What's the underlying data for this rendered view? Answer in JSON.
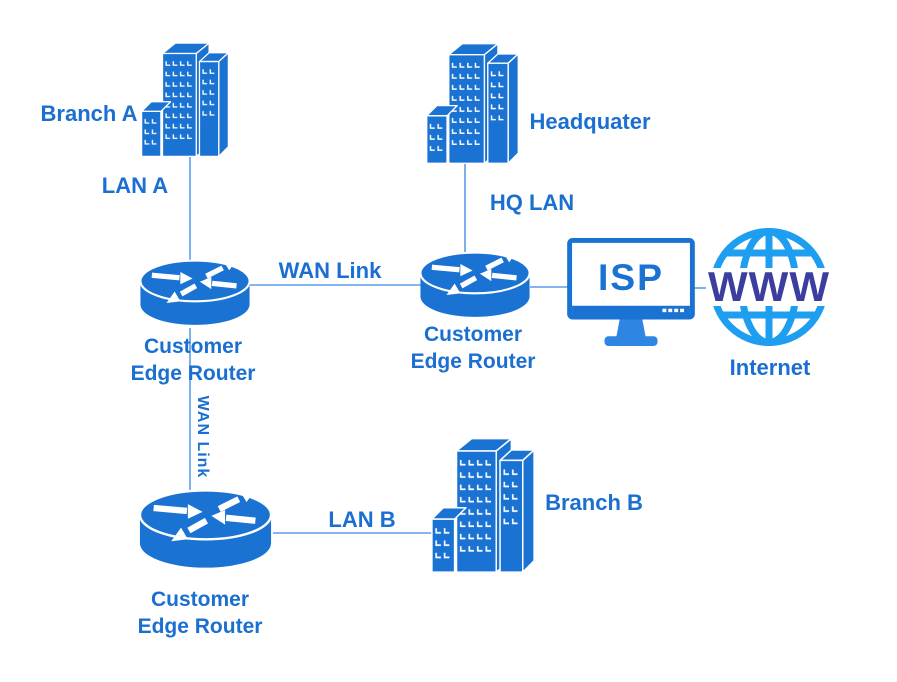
{
  "diagram": {
    "type": "network-topology",
    "colors": {
      "primary_blue": "#1a73d2",
      "label_text_blue": "#1a6fd0",
      "globe_blue": "#1e9ef0",
      "www_indigo": "#3c3e9f",
      "connector_blue": "#5f9ceb",
      "monitor_stand_blue": "#2f86e2",
      "background": "#ffffff"
    },
    "nodes": {
      "branch_a": {
        "label": "Branch A",
        "icon": "office-building-icon"
      },
      "headquarter": {
        "label": "Headquater",
        "icon": "office-building-icon"
      },
      "branch_b": {
        "label": "Branch B",
        "icon": "office-building-icon"
      },
      "router_a": {
        "line1": "Customer",
        "line2": "Edge Router",
        "icon": "router-icon"
      },
      "router_hq": {
        "line1": "Customer",
        "line2": "Edge Router",
        "icon": "router-icon"
      },
      "router_b": {
        "line1": "Customer",
        "line2": "Edge Router",
        "icon": "router-icon"
      },
      "isp": {
        "label": "ISP",
        "icon": "monitor-icon"
      },
      "internet": {
        "label": "Internet",
        "globe_text": "WWW",
        "icon": "globe-www-icon"
      }
    },
    "links": {
      "lan_a": {
        "label": "LAN A",
        "from": "branch_a",
        "to": "router_a"
      },
      "hq_lan": {
        "label": "HQ LAN",
        "from": "headquarter",
        "to": "router_hq"
      },
      "wan_ab": {
        "label": "WAN Link",
        "from": "router_a",
        "to": "router_hq"
      },
      "wan_b": {
        "label": "WAN Link",
        "from": "router_a",
        "to": "router_b"
      },
      "lan_b": {
        "label": "LAN B",
        "from": "router_b",
        "to": "branch_b"
      },
      "isp_uplink": {
        "label": "",
        "from": "router_hq",
        "to": "isp"
      },
      "internet_uplink": {
        "label": "",
        "from": "isp",
        "to": "internet"
      }
    }
  }
}
